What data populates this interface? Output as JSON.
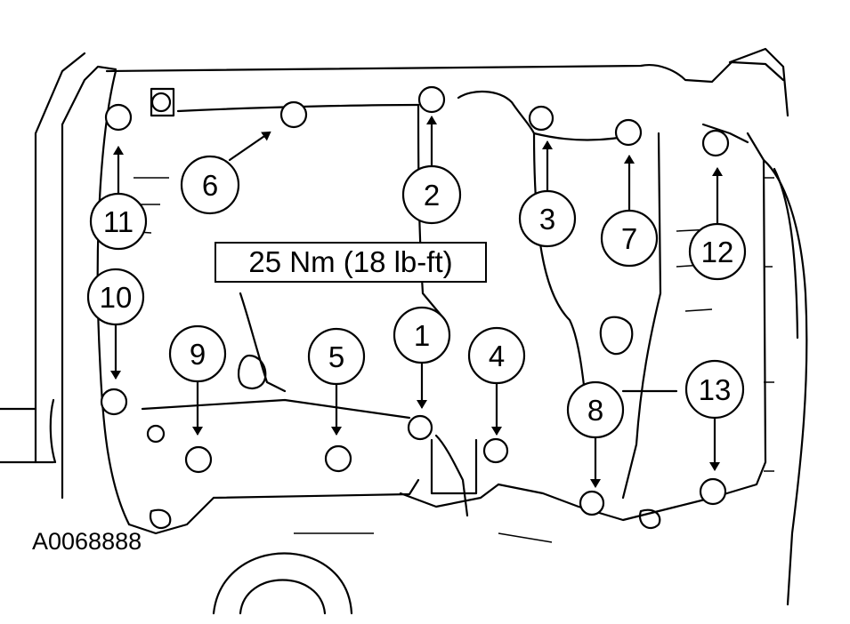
{
  "torque_spec": "25 Nm (18 lb-ft)",
  "figure_id": "A0068888",
  "callouts": [
    "1",
    "2",
    "3",
    "4",
    "5",
    "6",
    "7",
    "8",
    "9",
    "10",
    "11",
    "12",
    "13"
  ]
}
